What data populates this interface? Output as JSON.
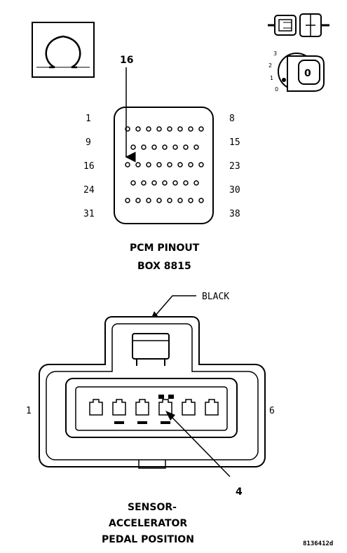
{
  "ohm_symbol": "ohmmeter-omega-icon",
  "pcm": {
    "callout_pin": "16",
    "row_labels_left": [
      "1",
      "9",
      "16",
      "24",
      "31"
    ],
    "row_labels_right": [
      "8",
      "15",
      "23",
      "30",
      "38"
    ],
    "caption_line1": "PCM PINOUT",
    "caption_line2": "BOX 8815"
  },
  "ignition": {
    "positions": [
      "3",
      "2",
      "1",
      "0"
    ],
    "key_label": "0"
  },
  "connector": {
    "color_label": "BLACK",
    "left_pin": "1",
    "right_pin": "6",
    "callout_pin": "4",
    "caption_line1": "SENSOR-",
    "caption_line2": "ACCELERATOR",
    "caption_line3": "PEDAL POSITION"
  },
  "figure_code": "8136412d"
}
